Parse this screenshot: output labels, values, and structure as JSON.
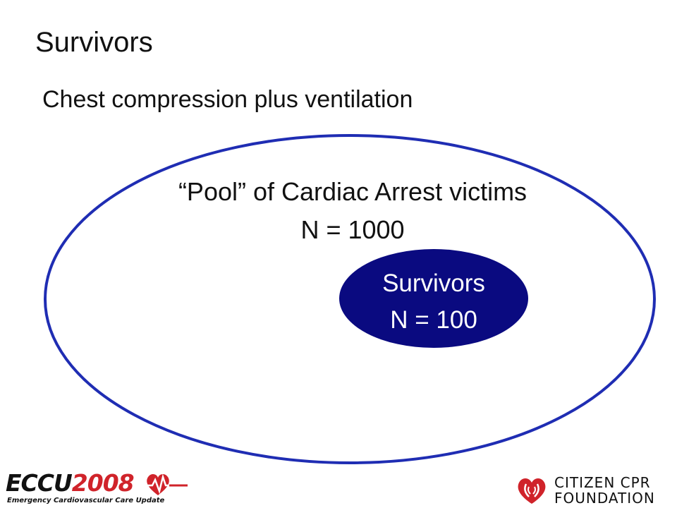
{
  "slide": {
    "title": "Survivors",
    "subtitle": "Chest compression plus ventilation"
  },
  "diagram": {
    "pool": {
      "label": "“Pool” of Cardiac Arrest victims",
      "count": "N = 1000",
      "outline_color": "#1f2db3"
    },
    "survivors": {
      "label": "Survivors",
      "count": "N = 100",
      "fill_color": "#0a0a80"
    }
  },
  "logos": {
    "eccu": {
      "word_black": "ECCU",
      "word_red": "2008",
      "tagline": "Emergency Cardiovascular Care Update",
      "brand_color": "#d0232a"
    },
    "citizen_cpr": {
      "line1": "CITIZEN CPR",
      "line2": "FOUNDATION",
      "brand_color": "#d0232a"
    }
  }
}
